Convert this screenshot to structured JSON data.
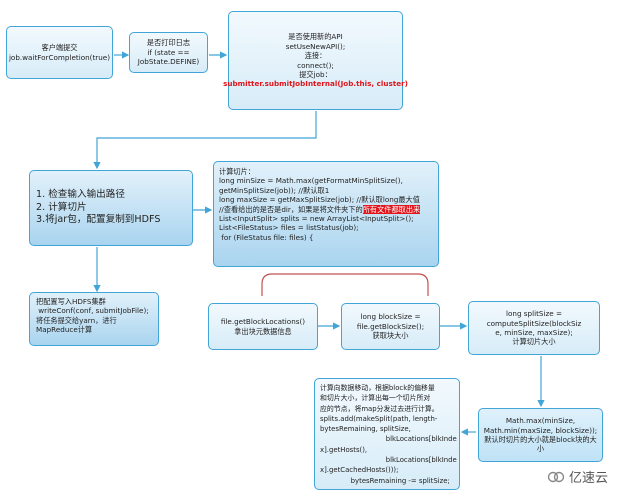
{
  "nodes": {
    "client_submit": {
      "lines": [
        "客户端提交",
        "job.waitForCompletion(true)"
      ]
    },
    "print_log": {
      "lines": [
        "是否打印日志",
        "if (state ==",
        "JobState.DEFINE)"
      ]
    },
    "new_api": {
      "lines": [
        "是否使用新的API",
        "setUseNewAPI();",
        "连接：",
        "connect();",
        "提交job："
      ],
      "highlight": "submitter.submitJobInternal(Job.this, cluster)"
    },
    "check_steps": {
      "lines": [
        "1. 检查输入输出路径",
        "2. 计算切片",
        "3.将jar包，配置复制到HDFS"
      ]
    },
    "write_conf": {
      "lines": [
        "把配置写入HDFS集群",
        " writeConf(conf, submitJobFile);",
        "将任务提交给yarn，进行",
        "MapReduce计算"
      ]
    },
    "split_calc": {
      "lines": [
        "计算切片：",
        "long minSize = Math.max(getFormatMinSplitSize(),",
        "getMinSplitSize(job)); //默认取1",
        "long maxSize = getMaxSplitSize(job); //默认取long最大值",
        "",
        "List<InputSplit> splits = new ArrayList<InputSplit>();",
        "List<FileStatus> files = listStatus(job);",
        " for (FileStatus file: files) {"
      ],
      "dir_line_prefix": "//查看给出的是否是dir，如果是将文件夹下的",
      "dir_line_highlight": "所有文件都取出来"
    },
    "block_locations": {
      "lines": [
        "file.getBlockLocations()",
        "拿出块元数据信息"
      ]
    },
    "block_size": {
      "lines": [
        "long blockSize =",
        "file.getBlockSize();",
        "获取块大小"
      ]
    },
    "split_size": {
      "lines": [
        "long splitSize =",
        "computeSplitSize(blockSiz",
        "e, minSize, maxSize);",
        "计算切片大小"
      ]
    },
    "max_min": {
      "lines": [
        "Math.max(minSize,",
        "Math.min(maxSize, blockSize));",
        "默认时切片的大小就是block块的大",
        "小"
      ]
    },
    "split_loop": {
      "lines": [
        "计算向数据移动，根据block的偏移量",
        "和切片大小，计算出每一个切片所对",
        "应的节点，将map分发过去进行计算。",
        "splits.add(makeSplit(path, length-",
        "bytesRemaining, splitSize,",
        "                              blkLocations[blkInde",
        "x].getHosts(),",
        "                              blkLocations[blkInde",
        "x].getCachedHosts()));",
        "              bytesRemaining -= splitSize;"
      ]
    }
  },
  "watermark": {
    "text": "亿速云"
  },
  "colors": {
    "border": "#41a5d8",
    "arrow": "#41a5d8",
    "brace": "#c0504d",
    "highlight": "#e2141c"
  }
}
